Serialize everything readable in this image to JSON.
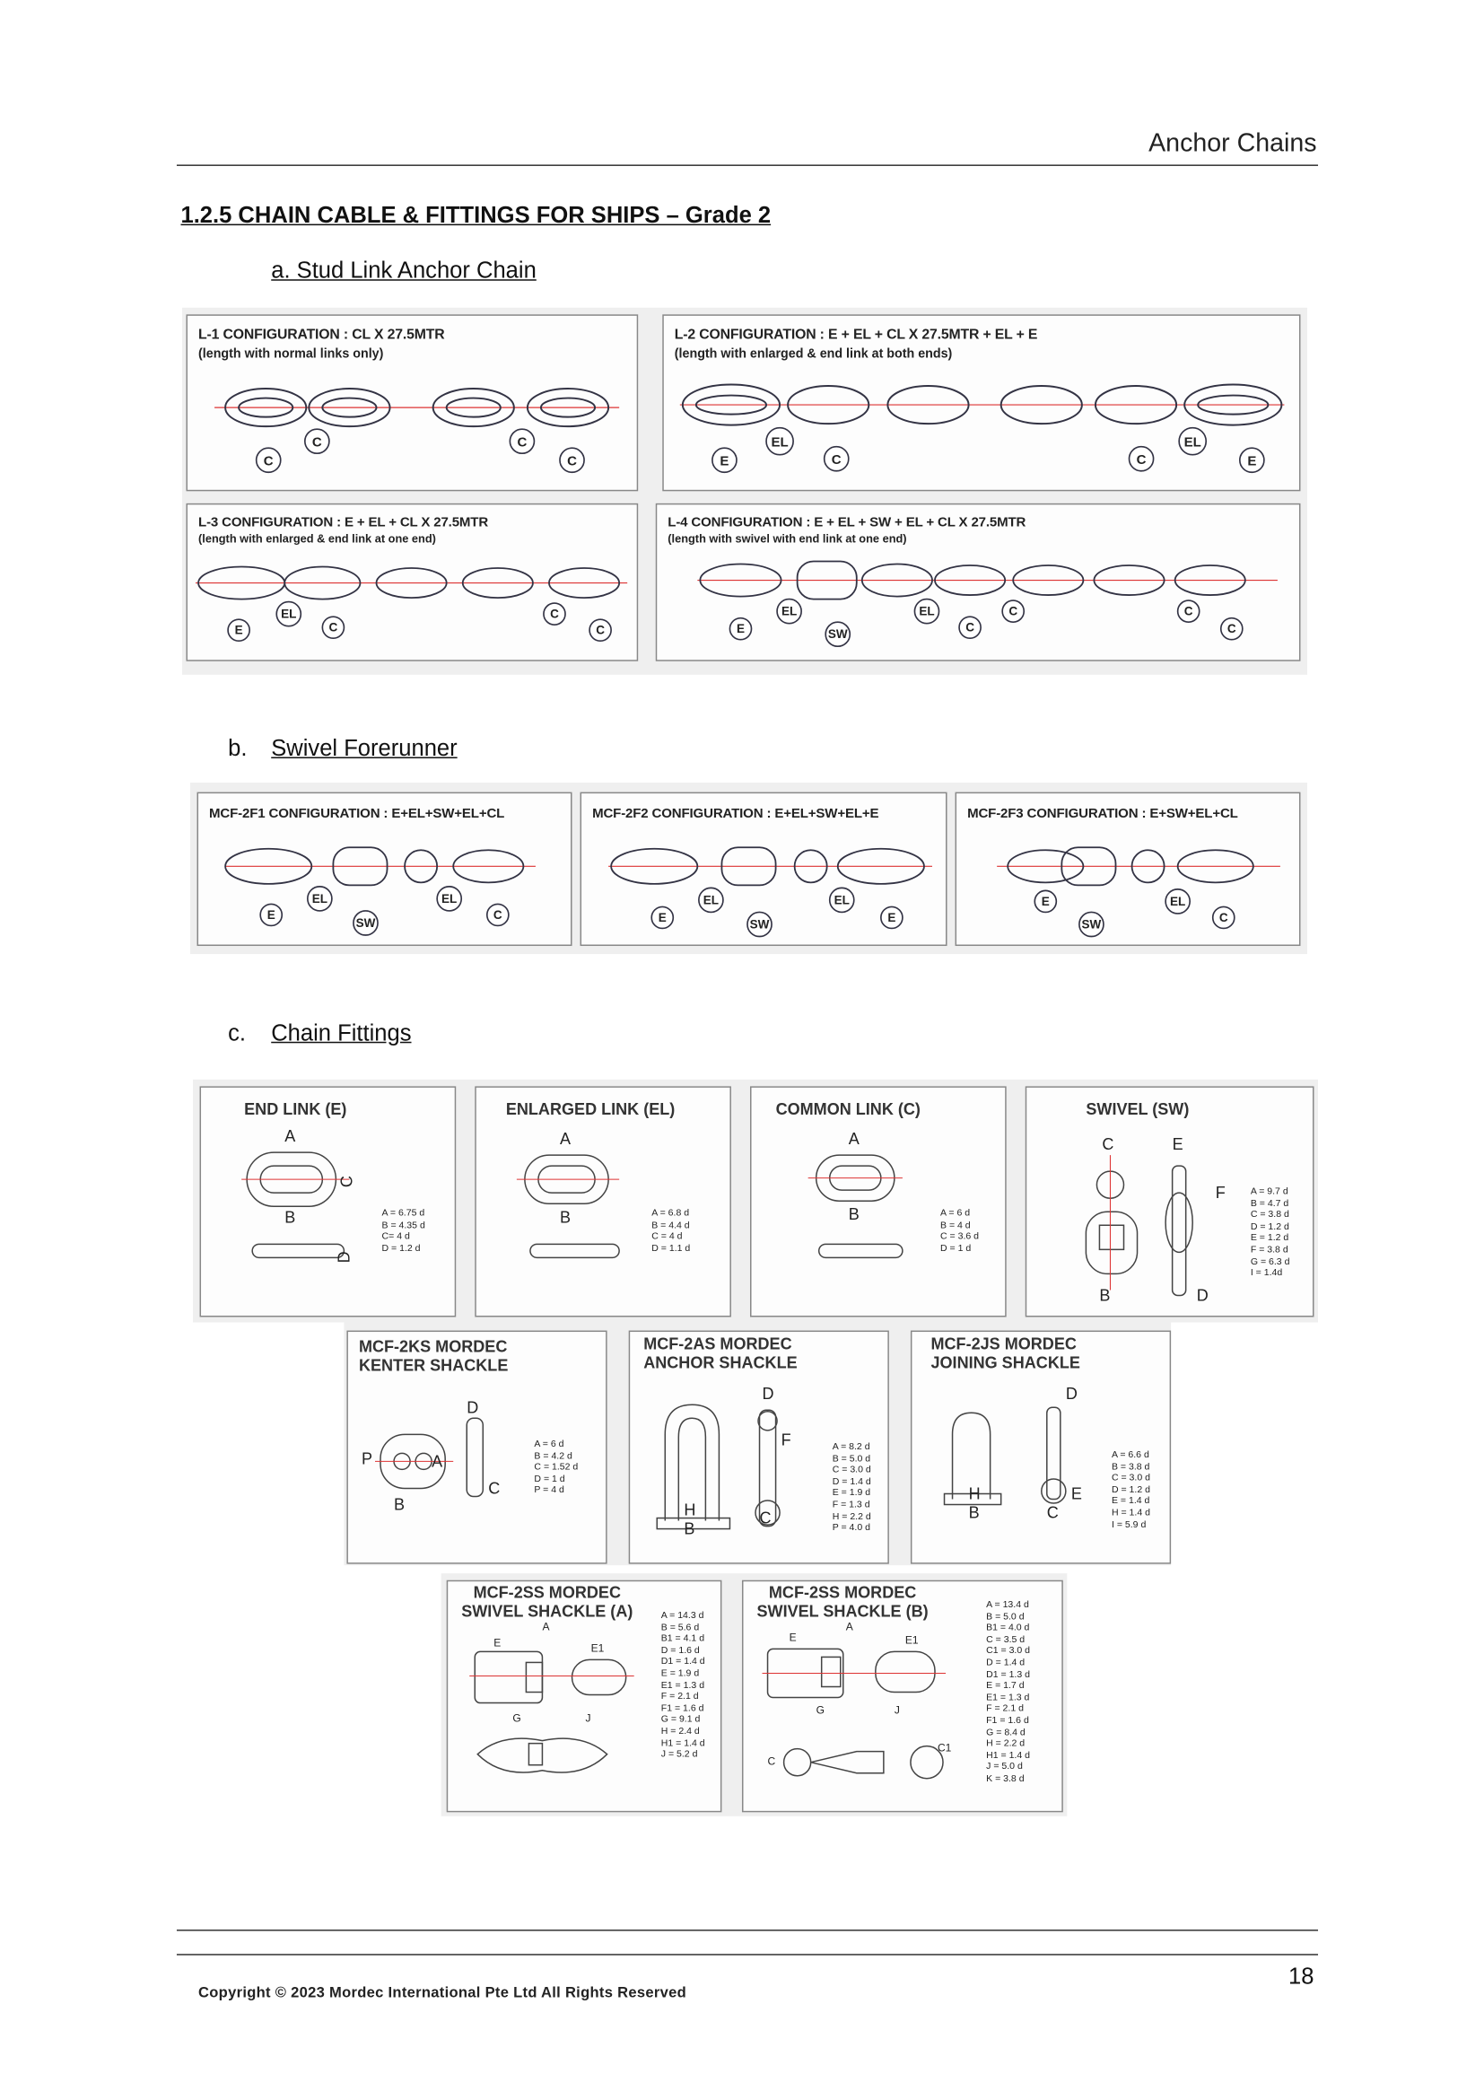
{
  "header": {
    "title": "Anchor Chains"
  },
  "section": {
    "title": "1.2.5 CHAIN CABLE & FITTINGS FOR SHIPS – Grade 2",
    "a": {
      "label": "a. Stud Link Anchor Chain"
    },
    "b": {
      "letter": "b.",
      "label": "Swivel Forerunner"
    },
    "c": {
      "letter": "c.",
      "label": "Chain Fittings"
    }
  },
  "configs": {
    "l1": {
      "title": "L-1 CONFIGURATION : CL X 27.5MTR",
      "sub": "(length with normal links only)"
    },
    "l2": {
      "title": "L-2 CONFIGURATION : E + EL + CL X 27.5MTR + EL + E",
      "sub": "(length with enlarged & end link at both ends)"
    },
    "l3": {
      "title": "L-3 CONFIGURATION : E + EL + CL X 27.5MTR",
      "sub": "(length with enlarged & end link at one end)"
    },
    "l4": {
      "title": "L-4 CONFIGURATION : E + EL + SW + EL + CL X 27.5MTR",
      "sub": "(length with swivel with end link at one end)"
    }
  },
  "forerunners": {
    "f1": {
      "title": "MCF-2F1 CONFIGURATION : E+EL+SW+EL+CL"
    },
    "f2": {
      "title": "MCF-2F2 CONFIGURATION : E+EL+SW+EL+E"
    },
    "f3": {
      "title": "MCF-2F3 CONFIGURATION : E+SW+EL+CL"
    }
  },
  "fittings": {
    "end_link": {
      "title": "END LINK (E)",
      "specs": [
        "A = 6.75 d",
        "B = 4.35 d",
        "C= 4 d",
        "D = 1.2 d"
      ]
    },
    "enlarged_link": {
      "title": "ENLARGED LINK (EL)",
      "specs": [
        "A = 6.8 d",
        "B = 4.4 d",
        "C = 4 d",
        "D = 1.1 d"
      ]
    },
    "common_link": {
      "title": "COMMON LINK (C)",
      "specs": [
        "A = 6 d",
        "B = 4 d",
        "C = 3.6 d",
        "D = 1 d"
      ]
    },
    "swivel": {
      "title": "SWIVEL (SW)",
      "specs": [
        "A = 9.7 d",
        "B = 4.7 d",
        "C = 3.8 d",
        "D = 1.2 d",
        "E = 1.2 d",
        "F = 3.8 d",
        "G = 6.3 d",
        "I = 1.4d"
      ]
    },
    "kenter": {
      "title1": "MCF-2KS MORDEC",
      "title2": "KENTER SHACKLE",
      "specs": [
        "A = 6 d",
        "B = 4.2 d",
        "C = 1.52 d",
        "D = 1 d",
        "P = 4 d"
      ]
    },
    "anchor_shackle": {
      "title1": "MCF-2AS MORDEC",
      "title2": "ANCHOR SHACKLE",
      "specs": [
        "A = 8.2 d",
        "B = 5.0 d",
        "C = 3.0 d",
        "D = 1.4 d",
        "E = 1.9 d",
        "F = 1.3 d",
        "H = 2.2 d",
        "P = 4.0 d"
      ]
    },
    "joining_shackle": {
      "title1": "MCF-2JS MORDEC",
      "title2": "JOINING SHACKLE",
      "specs": [
        "A = 6.6 d",
        "B = 3.8 d",
        "C = 3.0 d",
        "D = 1.2 d",
        "E = 1.4 d",
        "H = 1.4 d",
        "I = 5.9 d"
      ]
    },
    "swivel_shackle_a": {
      "title1": "MCF-2SS MORDEC",
      "title2": "SWIVEL SHACKLE (A)",
      "specs": [
        "A = 14.3 d",
        "B = 5.6 d",
        "B1 = 4.1 d",
        "D = 1.6 d",
        "D1 = 1.4 d",
        "E = 1.9 d",
        "E1 = 1.3 d",
        "F = 2.1 d",
        "F1 = 1.6 d",
        "G = 9.1 d",
        "H = 2.4 d",
        "H1 = 1.4 d",
        "J = 5.2 d"
      ]
    },
    "swivel_shackle_b": {
      "title1": "MCF-2SS MORDEC",
      "title2": "SWIVEL SHACKLE (B)",
      "specs": [
        "A = 13.4 d",
        "B = 5.0 d",
        "B1 = 4.0 d",
        "C = 3.5 d",
        "C1 = 3.0 d",
        "D = 1.4 d",
        "D1 = 1.3 d",
        "E = 1.7 d",
        "E1 = 1.3 d",
        "F = 2.1 d",
        "F1 = 1.6 d",
        "G = 8.4 d",
        "H = 2.2 d",
        "H1 = 1.4 d",
        "J = 5.0 d",
        "K = 3.8 d"
      ]
    }
  },
  "footer": {
    "copyright": "Copyright © 2023 Mordec International Pte Ltd All Rights Reserved",
    "page_number": "18"
  }
}
